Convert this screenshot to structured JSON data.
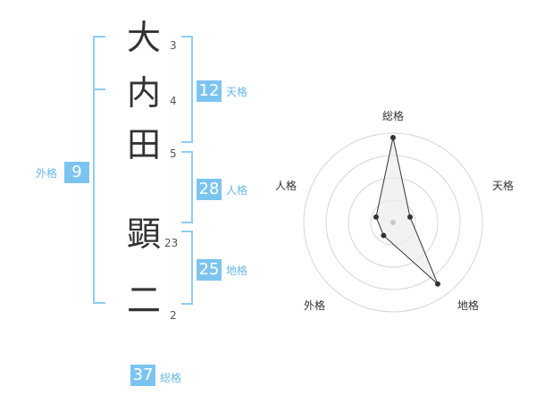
{
  "name": {
    "chars": [
      {
        "char": "大",
        "strokes": "3"
      },
      {
        "char": "内",
        "strokes": "4"
      },
      {
        "char": "田",
        "strokes": "5"
      },
      {
        "char": "顕",
        "strokes": "23"
      },
      {
        "char": "二",
        "strokes": "2"
      }
    ]
  },
  "kakusu": {
    "tenkaku": {
      "value": "12",
      "label": "天格"
    },
    "jinkaku": {
      "value": "28",
      "label": "人格"
    },
    "chikaku": {
      "value": "25",
      "label": "地格"
    },
    "gaikaku": {
      "value": "9",
      "label": "外格"
    },
    "soukaku": {
      "value": "37",
      "label": "総格"
    }
  },
  "radar": {
    "axes": [
      "総格",
      "天格",
      "地格",
      "外格",
      "人格"
    ],
    "values": [
      0.95,
      0.2,
      0.85,
      0.18,
      0.2
    ],
    "colors": {
      "grid": "#d6d6d6",
      "fill": "#ededed",
      "stroke": "#333333",
      "center": "#c8c8c8"
    }
  },
  "colors": {
    "accent": "#7cc4f0",
    "bracket": "#8fcdf2"
  }
}
